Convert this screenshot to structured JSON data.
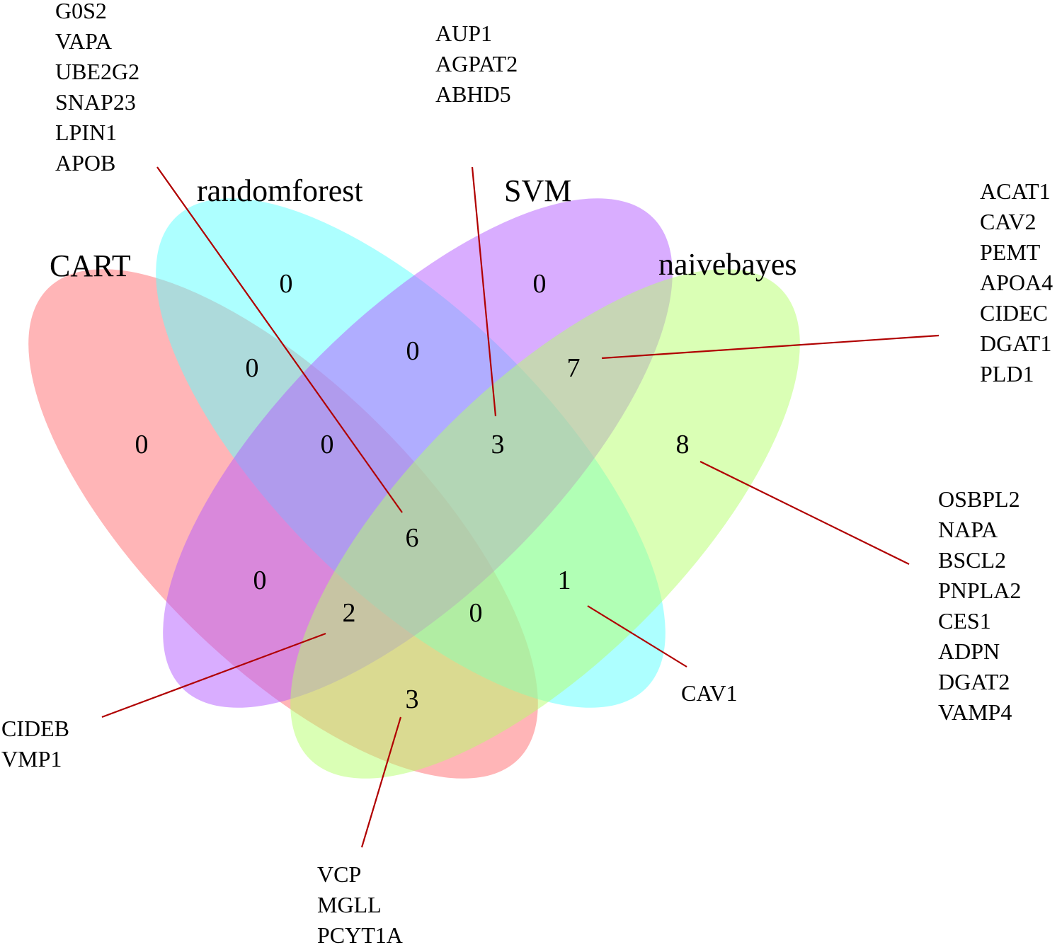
{
  "sets": [
    {
      "id": "cart",
      "name": "CART",
      "color": "#ff6b6f"
    },
    {
      "id": "randomforest",
      "name": "randomforest",
      "color": "#5cffff"
    },
    {
      "id": "svm",
      "name": "SVM",
      "color": "#b45cff"
    },
    {
      "id": "naivebayes",
      "name": "naivebayes",
      "color": "#b5ff6b"
    }
  ],
  "regions": [
    {
      "id": "cart-only",
      "sets": [
        "cart"
      ],
      "count": "0"
    },
    {
      "id": "rf-only",
      "sets": [
        "randomforest"
      ],
      "count": "0"
    },
    {
      "id": "svm-only",
      "sets": [
        "svm"
      ],
      "count": "0"
    },
    {
      "id": "nb-only",
      "sets": [
        "naivebayes"
      ],
      "count": "8"
    },
    {
      "id": "cart-rf",
      "sets": [
        "cart",
        "randomforest"
      ],
      "count": "0"
    },
    {
      "id": "rf-svm",
      "sets": [
        "randomforest",
        "svm"
      ],
      "count": "0"
    },
    {
      "id": "svm-nb",
      "sets": [
        "svm",
        "naivebayes"
      ],
      "count": "7"
    },
    {
      "id": "cart-rf-svm",
      "sets": [
        "cart",
        "randomforest",
        "svm"
      ],
      "count": "0"
    },
    {
      "id": "rf-svm-nb",
      "sets": [
        "randomforest",
        "svm",
        "naivebayes"
      ],
      "count": "3"
    },
    {
      "id": "all-four",
      "sets": [
        "cart",
        "randomforest",
        "svm",
        "naivebayes"
      ],
      "count": "6"
    },
    {
      "id": "cart-svm",
      "sets": [
        "cart",
        "svm"
      ],
      "count": "0"
    },
    {
      "id": "rf-nb",
      "sets": [
        "randomforest",
        "naivebayes"
      ],
      "count": "1"
    },
    {
      "id": "cart-svm-nb",
      "sets": [
        "cart",
        "svm",
        "naivebayes"
      ],
      "count": "2"
    },
    {
      "id": "cart-rf-nb",
      "sets": [
        "cart",
        "randomforest",
        "naivebayes"
      ],
      "count": "0"
    },
    {
      "id": "cart-nb",
      "sets": [
        "cart",
        "naivebayes"
      ],
      "count": "3"
    }
  ],
  "gene_lists": [
    {
      "region": "all-four",
      "genes": [
        "G0S2",
        "VAPA",
        "UBE2G2",
        "SNAP23",
        "LPIN1",
        "APOB"
      ]
    },
    {
      "region": "rf-svm-nb",
      "genes": [
        "AUP1",
        "AGPAT2",
        "ABHD5"
      ]
    },
    {
      "region": "svm-nb",
      "genes": [
        "ACAT1",
        "CAV2",
        "PEMT",
        "APOA4",
        "CIDEC",
        "DGAT1",
        "PLD1"
      ]
    },
    {
      "region": "nb-only",
      "genes": [
        "OSBPL2",
        "NAPA",
        "BSCL2",
        "PNPLA2",
        "CES1",
        "ADPN",
        "DGAT2",
        "VAMP4"
      ]
    },
    {
      "region": "rf-nb",
      "genes": [
        "CAV1"
      ]
    },
    {
      "region": "cart-svm-nb",
      "genes": [
        "CIDEB",
        "VMP1"
      ]
    },
    {
      "region": "cart-nb",
      "genes": [
        "VCP",
        "MGLL",
        "PCYT1A"
      ]
    }
  ]
}
